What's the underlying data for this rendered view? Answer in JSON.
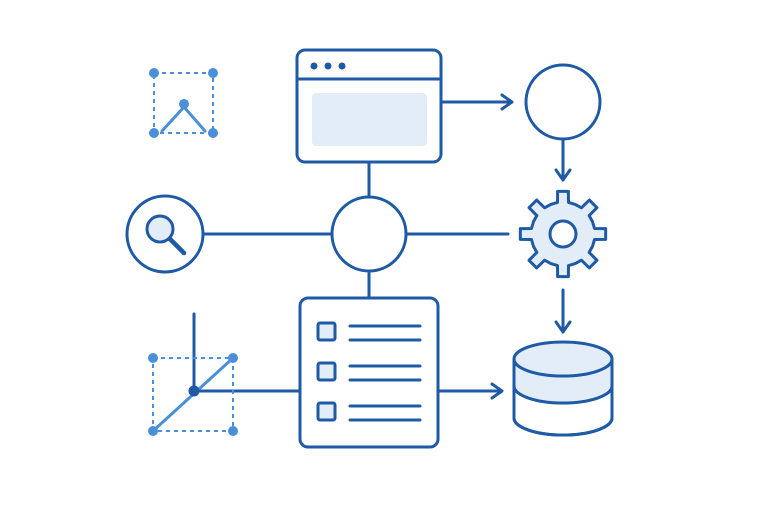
{
  "colors": {
    "primary": "#1f5aa6",
    "accent": "#4a90d9",
    "fill_light": "#e3edf8",
    "background": "#ffffff"
  },
  "diagram": {
    "nodes": [
      {
        "id": "browser-window",
        "icon": "browser-window-icon"
      },
      {
        "id": "hub",
        "icon": "circle-node"
      },
      {
        "id": "output-circle",
        "icon": "circle-node"
      },
      {
        "id": "settings",
        "icon": "gear-icon"
      },
      {
        "id": "database",
        "icon": "database-icon"
      },
      {
        "id": "checklist",
        "icon": "checklist-icon"
      },
      {
        "id": "search",
        "icon": "search-icon"
      },
      {
        "id": "selection-box-triangle",
        "icon": "vector-selection-icon"
      },
      {
        "id": "selection-box-line",
        "icon": "vector-line-icon"
      }
    ]
  }
}
